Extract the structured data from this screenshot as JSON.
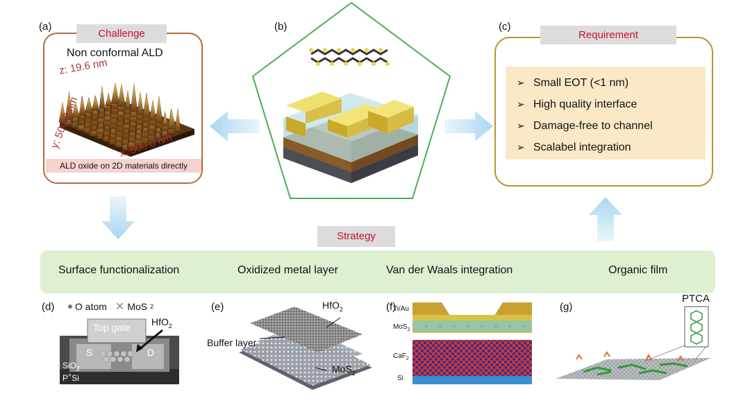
{
  "panels": {
    "a": "(a)",
    "b": "(b)",
    "c": "(c)",
    "d": "(d)",
    "e": "(e)",
    "f": "(f)",
    "g": "(g)"
  },
  "challenge": {
    "tag": "Challenge",
    "title": "Non conformal ALD",
    "z_label": "z: 19.6 nm",
    "y_label": "y: 500.0 nm",
    "x_label": "x: 500.0 nm",
    "caption": "ALD oxide on 2D materials directly"
  },
  "requirement": {
    "tag": "Requirement",
    "items": [
      "Small EOT (<1 nm)",
      "High quality interface",
      "Damage-free to channel",
      "Scalabel integration"
    ]
  },
  "strategy": {
    "tag": "Strategy",
    "items": [
      "Surface functionalization",
      "Oxidized metal layer",
      "Van der Waals integration",
      "Organic film"
    ]
  },
  "panel_d": {
    "legend_o": "O atom",
    "legend_mos2": "MoS",
    "sub2": "2",
    "top_gate": "Top gate",
    "hfo2": "HfO",
    "s": "S",
    "d": "D",
    "sio2": "SiO",
    "psi": "P",
    "psi_sup": "+",
    "psi_si": "Si"
  },
  "panel_e": {
    "hfo2": "HfO",
    "buffer": "Buffer layer",
    "mos2": "MoS"
  },
  "panel_f": {
    "tiau": "Ti/Au",
    "mos2": "MoS",
    "caf2": "CaF",
    "si": "Si"
  },
  "panel_g": {
    "ptca": "PTCA"
  },
  "colors": {
    "challenge_border": "#b56a3a",
    "requirement_border": "#b8922e",
    "pentagon": "#4caf50",
    "arrow": "#bfe0f4",
    "tag_text": "#c8102e"
  }
}
